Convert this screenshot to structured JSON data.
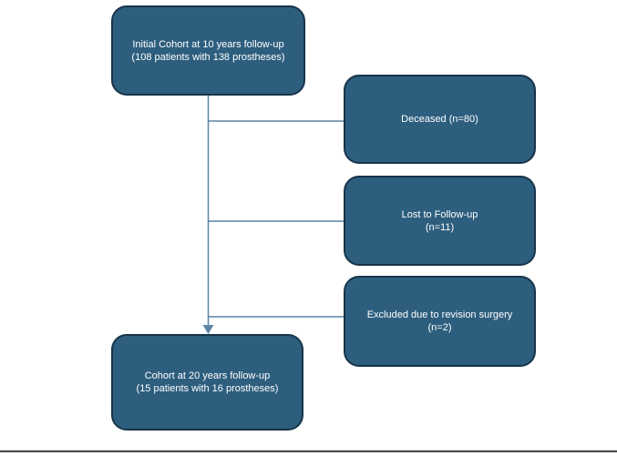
{
  "diagram": {
    "nodes": {
      "initial": {
        "lines": [
          "Initial Cohort at 10 years follow-up",
          "(108 patients with 138 prostheses)"
        ]
      },
      "deceased": {
        "lines": [
          "Deceased (n=80)"
        ]
      },
      "lost": {
        "lines": [
          "Lost to Follow-up",
          "(n=11)"
        ]
      },
      "excluded": {
        "lines": [
          "Excluded due to revision surgery",
          "(n=2)"
        ]
      },
      "final": {
        "lines": [
          "Cohort at 20 years follow-up",
          "(15 patients with 16 prostheses)"
        ]
      }
    },
    "colors": {
      "node_fill": "#2D5E7E",
      "node_border": "#17344A",
      "connector": "#5B84A6",
      "text": "#FFFFFF",
      "divider": "#4D4D4D"
    }
  }
}
